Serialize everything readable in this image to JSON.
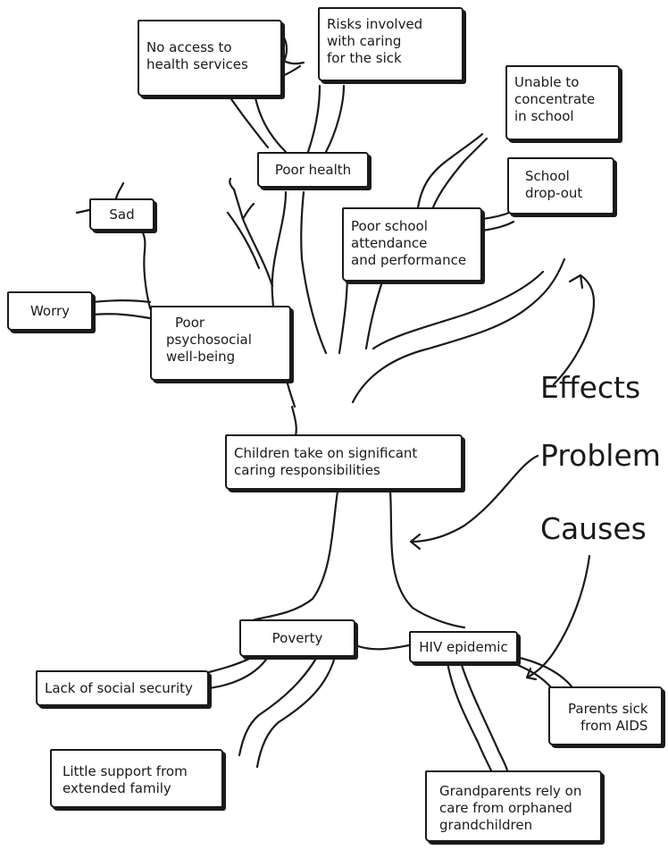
{
  "labels": {
    "effects": "Effects",
    "problem": "Problem",
    "causes": "Causes"
  },
  "boxes": {
    "no_access": [
      "No access to",
      "health services"
    ],
    "risks": [
      "Risks involved",
      "with caring",
      "for the sick"
    ],
    "unable": [
      "Unable to",
      "concentrate",
      "in school"
    ],
    "poor_health": [
      "Poor health"
    ],
    "school_dropout": [
      "School",
      "drop-out"
    ],
    "sad": [
      "Sad"
    ],
    "poor_school": [
      "Poor school",
      "attendance",
      "and performance"
    ],
    "worry": [
      "Worry"
    ],
    "psychosocial": [
      "Poor",
      "psychosocial",
      "well-being"
    ],
    "children": [
      "Children take on significant",
      "caring responsibilities"
    ],
    "poverty": [
      "Poverty"
    ],
    "hiv": [
      "HIV epidemic"
    ],
    "lack_social": [
      "Lack of social security"
    ],
    "parents_sick": [
      "Parents sick",
      "from AIDS"
    ],
    "little_support": [
      "Little support from",
      "extended family"
    ],
    "grandparents": [
      "Grandparents rely on",
      "care from orphaned",
      "grandchildren"
    ]
  }
}
